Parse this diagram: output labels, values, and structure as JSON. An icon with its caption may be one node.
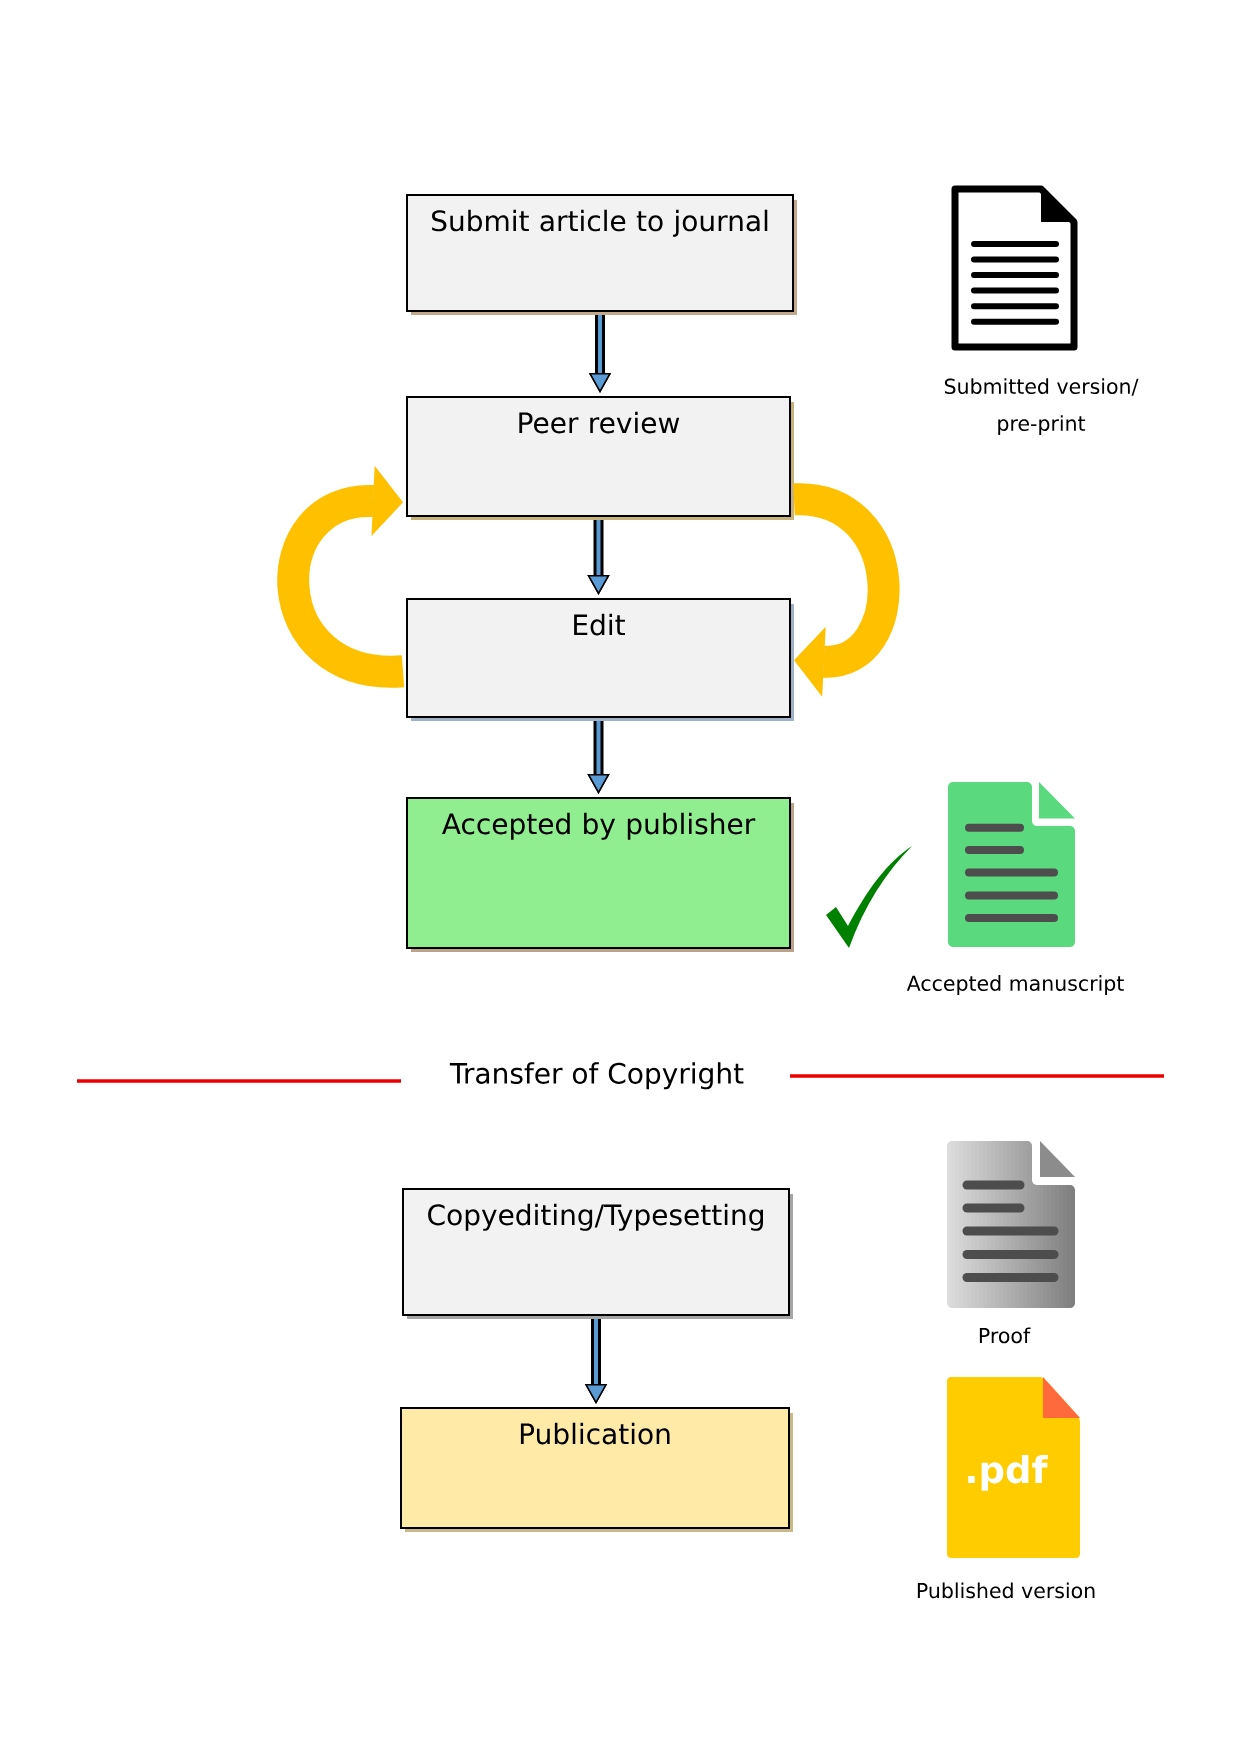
{
  "diagram": {
    "nodes": [
      {
        "text": [
          "Submit article to journal"
        ]
      },
      {
        "text": [
          "Peer review"
        ]
      },
      {
        "text": [
          "Edit"
        ]
      },
      {
        "text": [
          "Accepted by publisher"
        ]
      },
      {
        "text": [
          "Copyediting/Typesetting"
        ]
      },
      {
        "text": [
          "Publication"
        ]
      }
    ],
    "edges": [
      {
        "from": 0,
        "to": 1,
        "arrow": "to"
      },
      {
        "from": 1,
        "to": 2,
        "arrow": "to"
      },
      {
        "from": 2,
        "to": 1,
        "arrow": "to",
        "style": "thick",
        "color": "#ffc000"
      },
      {
        "from": 1,
        "to": 2,
        "arrow": "to",
        "style": "thick",
        "color": "#ffc000"
      },
      {
        "from": 2,
        "to": 3,
        "arrow": "to"
      },
      {
        "from": 4,
        "to": 5,
        "arrow": "to"
      }
    ],
    "labels": [
      "Submitted version/ pre-print",
      "Accepted manuscript",
      "Transfer of Copyright",
      "Proof",
      ".pdf",
      "Published version"
    ]
  }
}
